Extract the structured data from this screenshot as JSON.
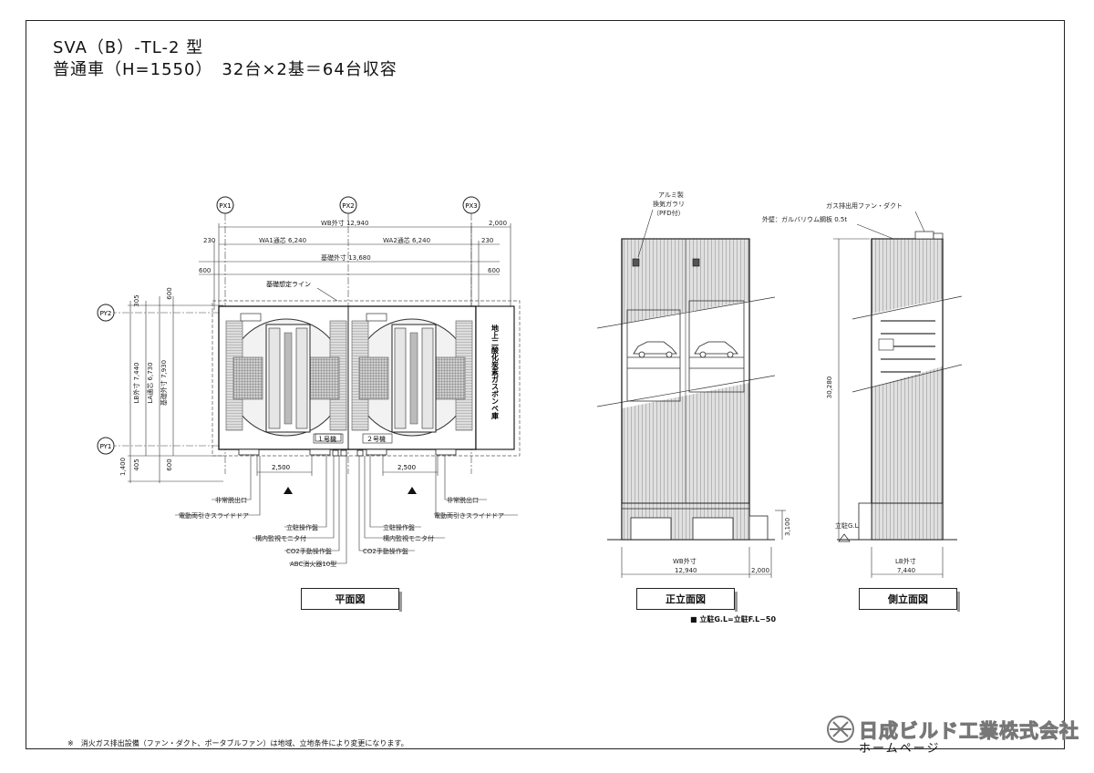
{
  "title": {
    "line1": "SVA（B）-TL-2 型",
    "line2": "普通車（H=1550）　32台×2基＝64台収容"
  },
  "plan": {
    "grid_labels": [
      "PX1",
      "PX2",
      "PX3",
      "PY2",
      "PY1"
    ],
    "dims": {
      "wb_outer": "WB外寸 12,940",
      "side_2000": "2,000",
      "m230": "230",
      "wa1": "WA1通芯 6,240",
      "wa2": "WA2通芯 6,240",
      "foundation": "基礎外寸 13,680",
      "m600": "600",
      "lb_outer": "LB外寸 7,440",
      "la_core": "LA通芯 6,730",
      "foundation_v": "基礎外寸 7,930",
      "v305": "305",
      "v405": "405",
      "v1400": "1,400",
      "door_2500": "2,500"
    },
    "labels": {
      "foundation_line": "基礎想定ライン",
      "machine1": "１号機",
      "machine2": "２号機",
      "co2_room": "地上二酸化炭素ガスボンベ庫",
      "emergency_exit": "非常脱出口",
      "sliding_door": "電動両引きスライドドア",
      "op_panel": "立駐操作盤",
      "monitor": "構内監視モニタ付",
      "co2_panel": "CO2手動操作盤",
      "abc": "ABC消火器10型"
    }
  },
  "front": {
    "vent_label_1": "アルミ製",
    "vent_label_2": "換気ガラリ",
    "vent_label_3": "（PFD付）",
    "wb_label": "WB外寸",
    "wb_value": "12,940",
    "side_2000": "2,000",
    "h3100": "3,100"
  },
  "side": {
    "fan_label": "ガス排出用ファン・ダクト",
    "wall_label": "外壁：ガルバリウム鋼板 0.5t",
    "height": "30,280",
    "gl_label": "立駐G.L",
    "lb_label": "LB外寸",
    "lb_value": "7,440"
  },
  "view_labels": {
    "plan": "平面図",
    "front": "正立面図",
    "side": "側立面図"
  },
  "gl_note": "■ 立駐G.L=立駐F.L−50",
  "footnote": "※　消火ガス排出設備（ファン・ダクト、ポータブルファン）は地域、立地条件により変更になります。",
  "logo": {
    "name": "日成ビルド工業株式会社",
    "sub": "ホームページ"
  }
}
